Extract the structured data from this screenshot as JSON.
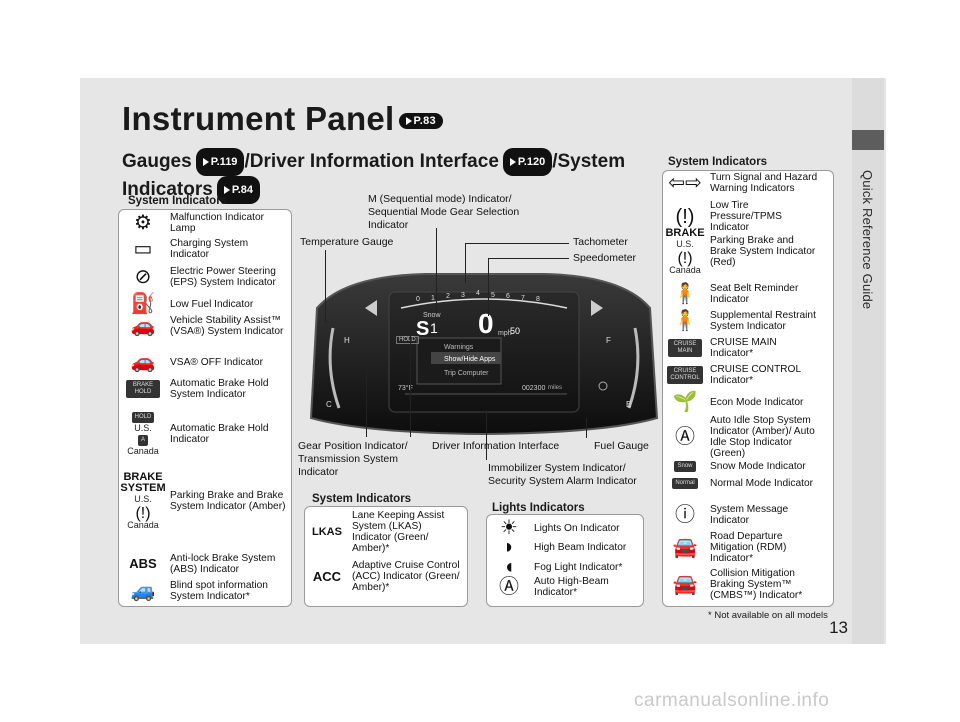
{
  "page": {
    "title": "Instrument Panel",
    "title_ref": "P.83",
    "subtitle": {
      "gauges": "Gauges",
      "gauges_ref": "P.119",
      "dii": "/Driver Information Interface",
      "dii_ref": "P.120",
      "sys": "/System",
      "indicators": "Indicators",
      "indicators_ref": "P.84"
    },
    "side_tab": "Quick Reference Guide",
    "page_number": "13",
    "footnote": "* Not available on all models",
    "watermark": "carmanualsonline.info"
  },
  "left_box": {
    "header": "System Indicators",
    "items": [
      {
        "icon": "malfunction-indicator-icon",
        "glyph": "⚙",
        "text": "Malfunction Indicator Lamp"
      },
      {
        "icon": "charging-system-icon",
        "glyph": "▭",
        "text": "Charging System Indicator"
      },
      {
        "icon": "eps-icon",
        "glyph": "⊘",
        "text": "Electric Power Steering (EPS) System Indicator"
      },
      {
        "icon": "low-fuel-icon",
        "glyph": "⛽",
        "text": "Low Fuel Indicator"
      },
      {
        "icon": "vsa-icon",
        "glyph": "🚗",
        "text": "Vehicle Stability Assist™ (VSA®) System Indicator"
      },
      {
        "icon": "vsa-off-icon",
        "glyph": "🚗",
        "text": "VSA® OFF Indicator"
      },
      {
        "icon": "brake-hold-system-icon",
        "badge": "BRAKE HOLD",
        "text": "Automatic Brake Hold System Indicator"
      },
      {
        "icon": "brake-hold-icon",
        "badge": "HOLD",
        "cap1": "U.S.",
        "badge2": "A",
        "cap2": "Canada",
        "text": "Automatic Brake Hold Indicator"
      },
      {
        "icon": "parking-brake-amber-icon",
        "glyph": "BRAKE SYSTEM",
        "cap1": "U.S.",
        "cap2": "Canada",
        "text": "Parking Brake and Brake System Indicator (Amber)"
      },
      {
        "icon": "abs-icon",
        "glyph": "ABS",
        "text": "Anti-lock Brake System (ABS) Indicator"
      },
      {
        "icon": "blind-spot-icon",
        "glyph": "🚙",
        "text": "Blind spot information System Indicator*"
      }
    ]
  },
  "right_box": {
    "header": "System Indicators",
    "items": [
      {
        "icon": "turn-signal-icon",
        "glyph": "⇦⇨",
        "text": "Turn Signal and Hazard Warning Indicators"
      },
      {
        "icon": "tire-pressure-icon",
        "glyph": "(!)",
        "text": "Low Tire Pressure/TPMS Indicator"
      },
      {
        "icon": "parking-brake-red-icon",
        "glyph": "BRAKE",
        "cap1": "U.S.",
        "cap2": "Canada",
        "text": "Parking Brake and Brake System Indicator (Red)"
      },
      {
        "icon": "seat-belt-icon",
        "glyph": "🧍",
        "text": "Seat Belt Reminder Indicator"
      },
      {
        "icon": "srs-icon",
        "glyph": "🧍",
        "text": "Supplemental Restraint System Indicator"
      },
      {
        "icon": "cruise-main-icon",
        "badge": "CRUISE MAIN",
        "text": "CRUISE MAIN Indicator*"
      },
      {
        "icon": "cruise-control-icon",
        "badge": "CRUISE CONTROL",
        "text": "CRUISE CONTROL Indicator*"
      },
      {
        "icon": "econ-mode-icon",
        "glyph": "🌱",
        "text": "Econ Mode Indicator"
      },
      {
        "icon": "auto-idle-stop-icon",
        "glyph": "Ⓐ",
        "text": "Auto Idle Stop System Indicator (Amber)/ Auto Idle Stop Indicator (Green)"
      },
      {
        "icon": "snow-mode-icon",
        "badge": "Snow",
        "text": "Snow Mode Indicator"
      },
      {
        "icon": "normal-mode-icon",
        "badge": "Normal",
        "text": "Normal Mode Indicator"
      },
      {
        "icon": "system-message-icon",
        "glyph": "ⓘ",
        "text": "System Message Indicator"
      },
      {
        "icon": "rdm-icon",
        "glyph": "🚘",
        "text": "Road Departure Mitigation (RDM) Indicator*"
      },
      {
        "icon": "cmbs-icon",
        "glyph": "🚘",
        "text": "Collision Mitigation Braking System™ (CMBS™) Indicator*"
      }
    ]
  },
  "mid_box": {
    "header": "System Indicators",
    "items": [
      {
        "icon": "lkas-icon",
        "glyph": "LKAS",
        "text": "Lane Keeping Assist System (LKAS) Indicator (Green/ Amber)*"
      },
      {
        "icon": "acc-icon",
        "glyph": "ACC",
        "text": "Adaptive Cruise Control (ACC) Indicator (Green/ Amber)*"
      }
    ]
  },
  "lights_box": {
    "header": "Lights Indicators",
    "items": [
      {
        "icon": "lights-on-icon",
        "glyph": "☀",
        "text": "Lights On Indicator"
      },
      {
        "icon": "high-beam-icon",
        "glyph": "◗",
        "text": "High Beam Indicator"
      },
      {
        "icon": "fog-light-icon",
        "glyph": "◖",
        "text": "Fog Light Indicator*"
      },
      {
        "icon": "auto-high-beam-icon",
        "glyph": "Ⓐ",
        "text": "Auto High-Beam Indicator*"
      }
    ]
  },
  "callouts": {
    "m_indicator": "M (Sequential mode) Indicator/ Sequential Mode Gear Selection Indicator",
    "temperature": "Temperature Gauge",
    "tachometer": "Tachometer",
    "speedometer": "Speedometer",
    "gear_position": "Gear Position Indicator/ Transmission System Indicator",
    "dii": "Driver Information Interface",
    "fuel_gauge": "Fuel Gauge",
    "immobilizer": "Immobilizer System Indicator/ Security System Alarm Indicator"
  },
  "cluster": {
    "speed": "0",
    "speed_unit": "mph",
    "gear": "S",
    "gear_num": "1",
    "mode": "Snow",
    "menu": [
      "Warnings",
      "Show/Hide Apps",
      "Trip Computer"
    ],
    "temp_out": "73°F",
    "odometer": "002300",
    "odo_unit": "miles",
    "set_speed": "50",
    "tach_ticks": [
      "0",
      "1",
      "2",
      "3",
      "4",
      "5",
      "6",
      "7",
      "8"
    ],
    "temp_h": "H",
    "temp_c": "C",
    "fuel_f": "F",
    "fuel_e": "E",
    "hold": "HOLD"
  }
}
